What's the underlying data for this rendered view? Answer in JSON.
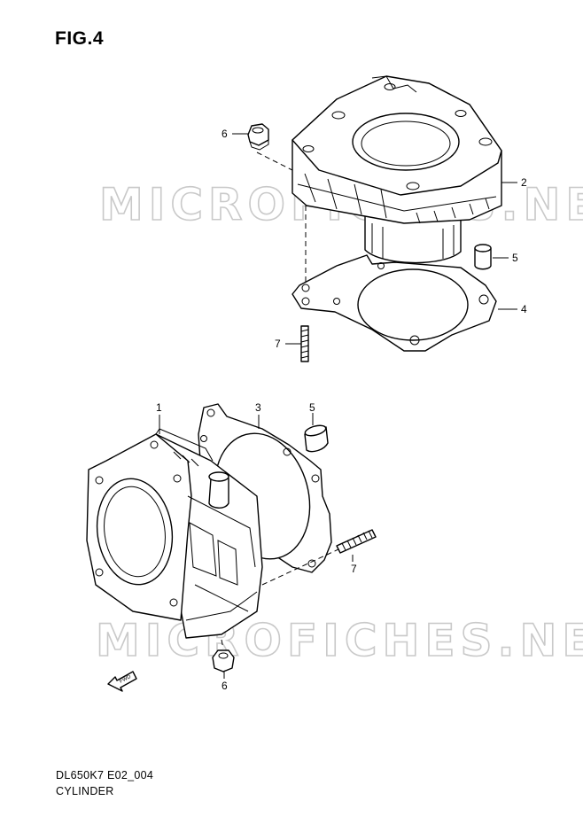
{
  "figure": {
    "title": "FIG.4"
  },
  "watermark": {
    "text": "MICROFICHES.NET",
    "color": "#c9c9c9"
  },
  "footer": {
    "code": "DL650K7 E02_004",
    "caption": "CYLINDER"
  },
  "direction_arrow": {
    "label": "FWD"
  },
  "callouts": {
    "top_nut": "6",
    "top_cylinder": "2",
    "top_dowel": "5",
    "top_gasket": "4",
    "top_stud": "7",
    "bottom_cylinder": "1",
    "bottom_gasket": "3",
    "bottom_dowel": "5",
    "bottom_stud": "7",
    "bottom_nut": "6"
  }
}
